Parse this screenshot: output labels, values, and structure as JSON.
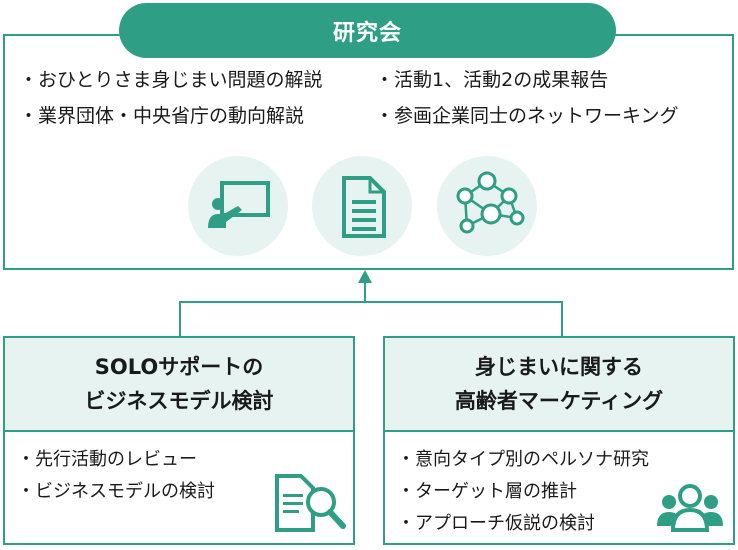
{
  "top": {
    "title": "研究会",
    "left_items": [
      "おひとりさま身じまい問題の解説",
      "業界団体・中央省庁の動向解説"
    ],
    "right_items": [
      "活動1、活動2の成果報告",
      "参画企業同士のネットワーキング"
    ],
    "icons": [
      "presentation-icon",
      "document-icon",
      "network-icon"
    ]
  },
  "left_panel": {
    "title_lines": [
      "SOLOサポートの",
      "ビジネスモデル検討"
    ],
    "items": [
      "先行活動のレビュー",
      "ビジネスモデルの検討"
    ],
    "icon": "document-search-icon"
  },
  "right_panel": {
    "title_lines": [
      "身じまいに関する",
      "高齢者マーケティング"
    ],
    "items": [
      "意向タイプ別のペルソナ研究",
      "ターゲット層の推計",
      "アプローチ仮説の検討"
    ],
    "icon": "people-target-icon"
  },
  "colors": {
    "accent": "#2e9e84",
    "light": "#e6f3f0"
  }
}
